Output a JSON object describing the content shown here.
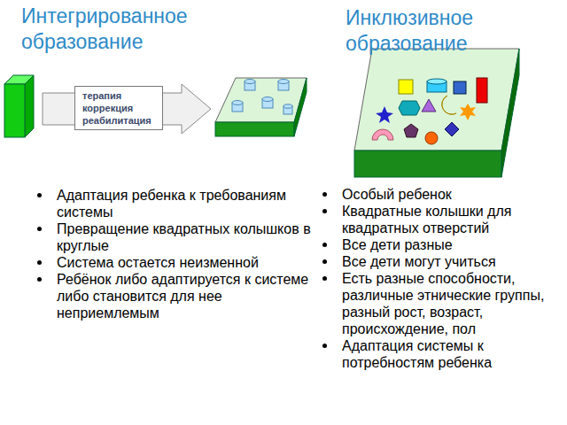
{
  "diagram": {
    "nodes": [
      {
        "text": [
          "терапия коррекция реабилитация"
        ]
      }
    ],
    "edges": [],
    "labels": [
      "Интегрированное образование",
      "Инклюзивное образование",
      "Адаптация ребенка к требованиям системы",
      "Превращение квадратных колышков в круглые",
      "Система остается неизменной",
      "Ребёнок либо адаптируется к системе либо становится для нее неприемлемым",
      "Особый ребенок",
      "Квадратные колышки для квадратных отверстий",
      "Все дети разные",
      "Все дети могут учиться",
      "Есть разные способности, различные этнические группы, разный рост, возраст, происхождение, пол",
      "Адаптация системы к потребностям ребенка"
    ]
  }
}
